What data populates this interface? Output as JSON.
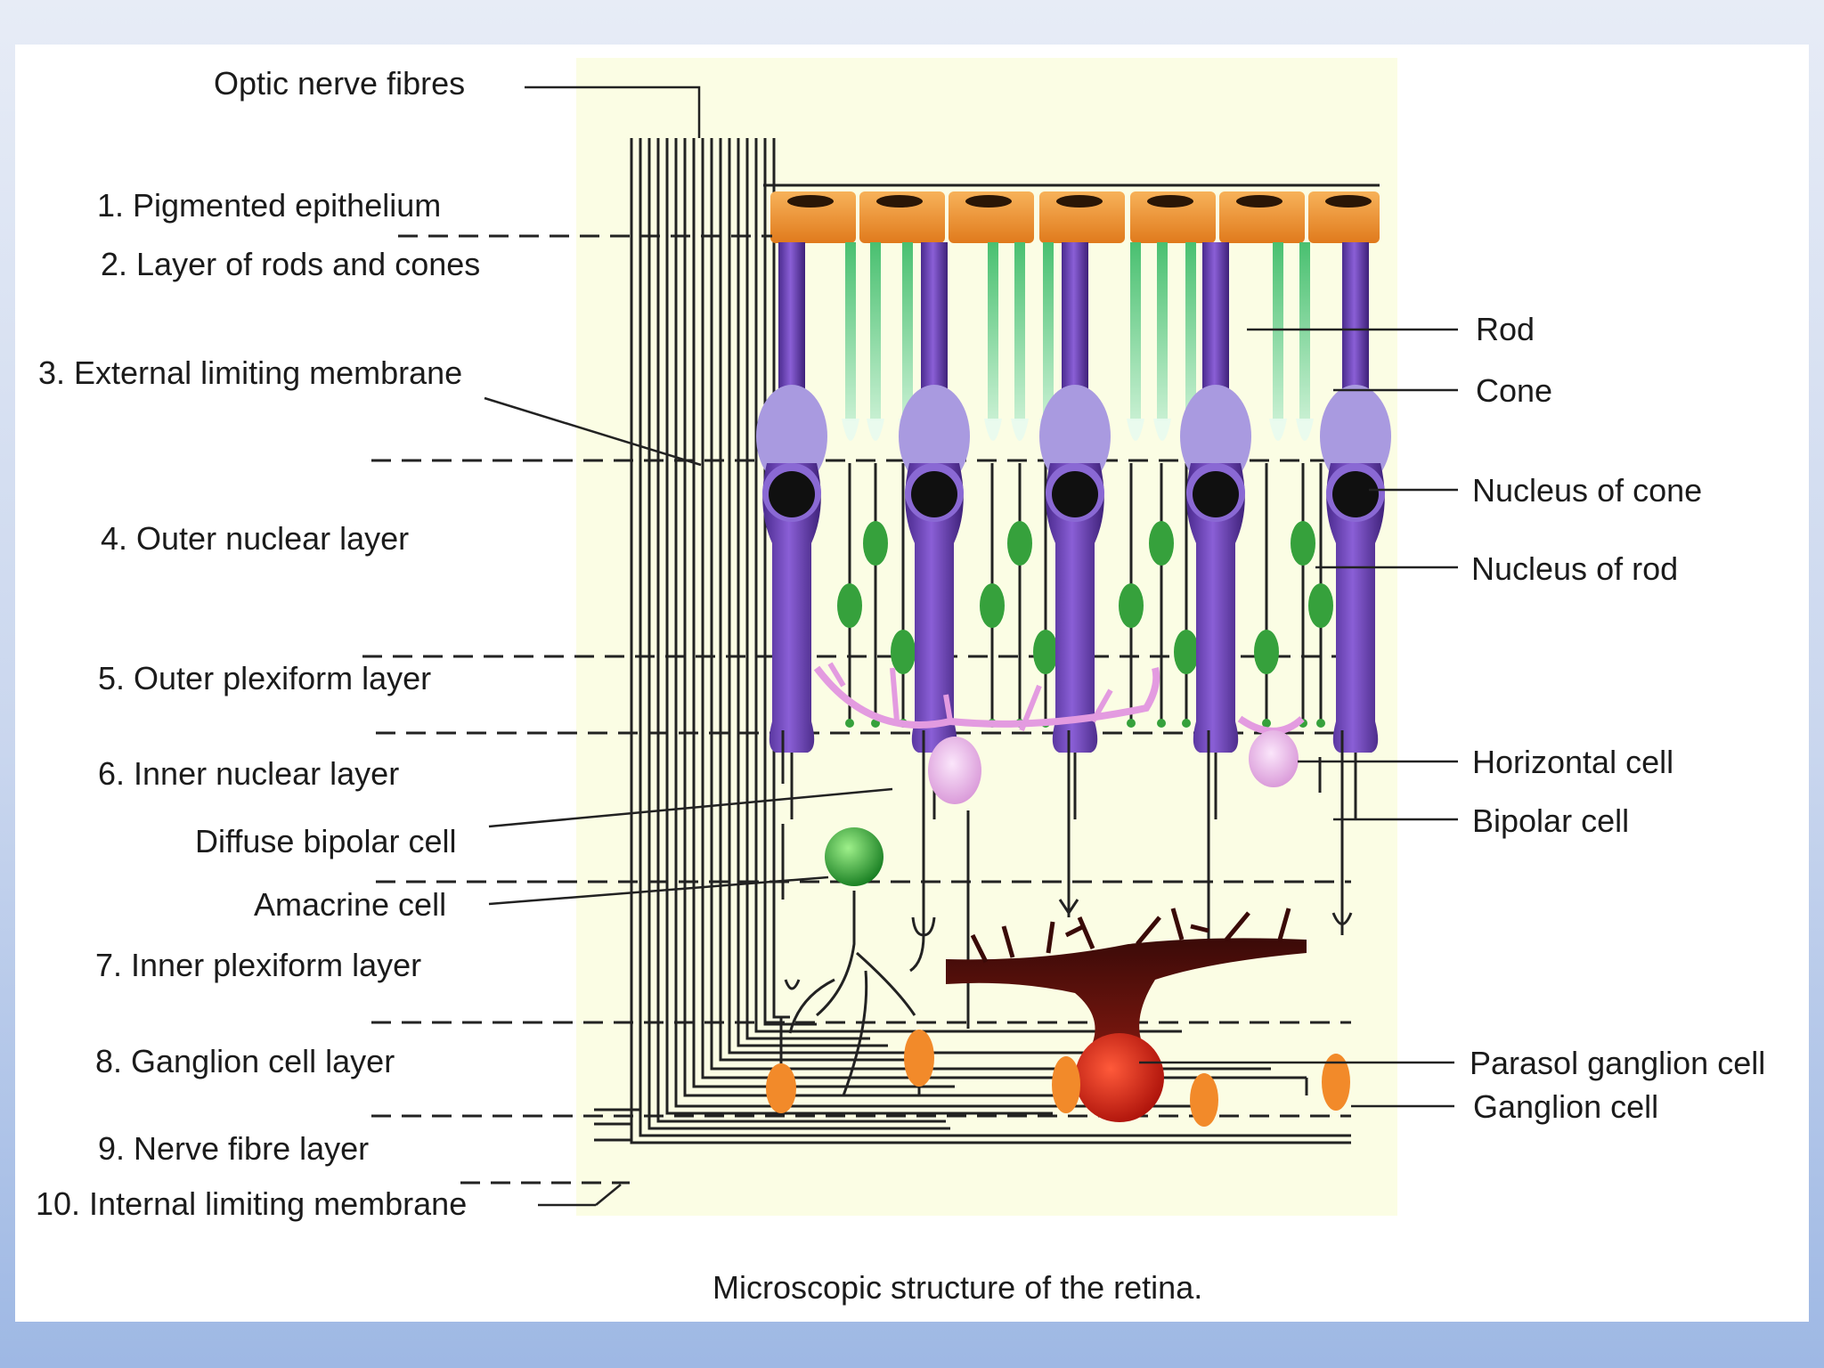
{
  "left_labels": [
    "Optic nerve fibres",
    "1. Pigmented epithelium",
    "2. Layer of rods and cones",
    "3. External limiting membrane",
    "4. Outer nuclear layer",
    "5. Outer plexiform layer",
    "6. Inner nuclear layer",
    "Diffuse bipolar cell",
    "Amacrine cell",
    "7. Inner plexiform layer",
    "8. Ganglion cell layer",
    "9. Nerve fibre layer",
    "10. Internal limiting membrane"
  ],
  "right_labels": [
    "Rod",
    "Cone",
    "Nucleus of cone",
    "Nucleus of rod",
    "Horizontal cell",
    "Bipolar cell",
    "Parasol ganglion cell",
    "Ganglion cell"
  ],
  "caption": "Microscopic structure of the retina.",
  "colors": {
    "background_panel": "#fbfde4",
    "pigment_cell": "#f39a3a",
    "cone": "#6a3fb4",
    "rod": "#7ed897",
    "nucleus": "#101010",
    "rod_nucleus": "#36a13c",
    "horizontal_cell": "#e3a7e1",
    "amacrine_cell": "#2fa03a",
    "ganglion_cell": "#f28a2a",
    "parasol_ganglion_cell": "#c8140c",
    "fibre": "#222222"
  }
}
